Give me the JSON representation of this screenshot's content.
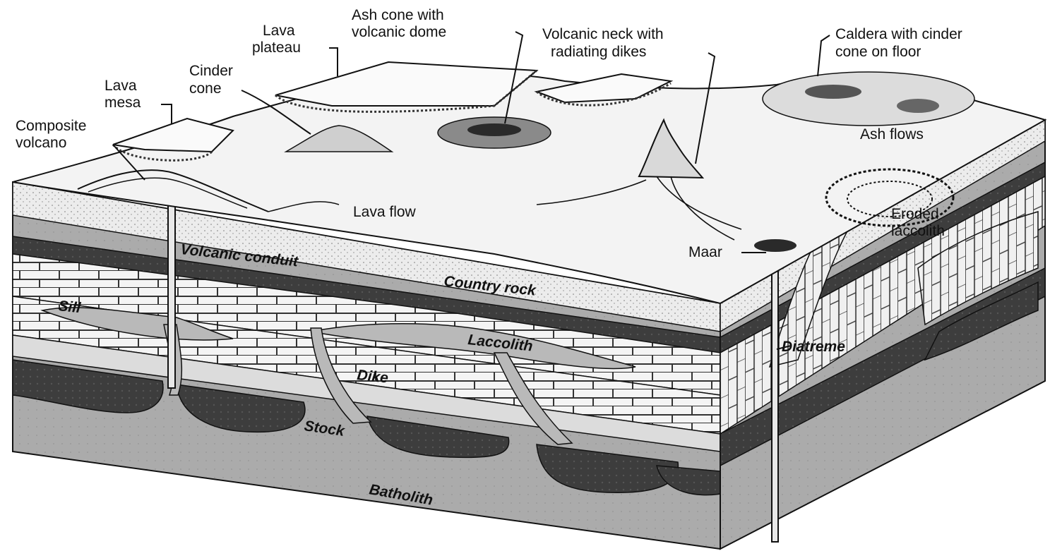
{
  "diagram": {
    "labels": {
      "ash_cone_1": "Ash cone with",
      "ash_cone_2": "volcanic dome",
      "lava_plateau_1": "Lava",
      "lava_plateau_2": "plateau",
      "volcanic_neck_1": "Volcanic neck with",
      "volcanic_neck_2": "radiating dikes",
      "caldera_1": "Caldera with cinder",
      "caldera_2": "cone on floor",
      "cinder_cone_1": "Cinder",
      "cinder_cone_2": "cone",
      "lava_mesa_1": "Lava",
      "lava_mesa_2": "mesa",
      "composite_1": "Composite",
      "composite_2": "volcano",
      "ash_flows": "Ash flows",
      "lava_flow": "Lava flow",
      "eroded_1": "Eroded",
      "eroded_2": "laccolith",
      "maar": "Maar",
      "volcanic_conduit": "Volcanic conduit",
      "country_rock": "Country rock",
      "sill": "Sill",
      "laccolith": "Laccolith",
      "diatreme": "Diatreme",
      "dike": "Dike",
      "stock": "Stock",
      "batholith": "Batholith"
    },
    "colors": {
      "surface": "#f1f1f1",
      "light_layer": "#e2e2e2",
      "dark_layer": "#3a3a3a",
      "limestone": "#f4f4f4",
      "batholith": "#a9a9a9",
      "ink": "#111111"
    }
  }
}
